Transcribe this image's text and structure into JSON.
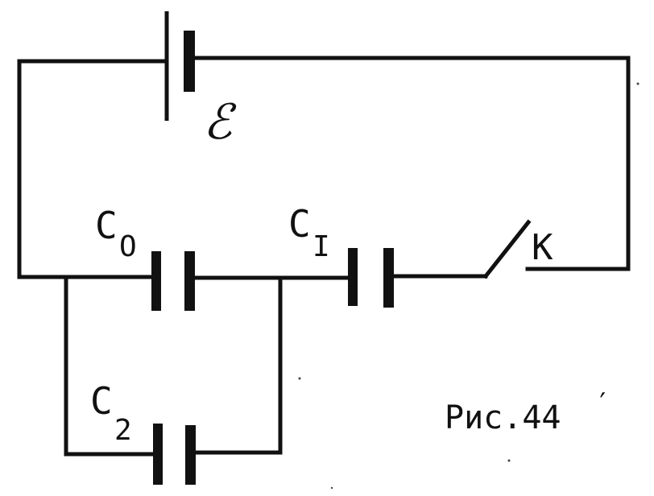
{
  "battery": {
    "label": "ℰ"
  },
  "capacitors": [
    {
      "id": "c0",
      "main": "C",
      "sub": "O"
    },
    {
      "id": "c1",
      "main": "C",
      "sub": "I"
    },
    {
      "id": "c2",
      "main": "C",
      "sub": "2"
    }
  ],
  "switch": {
    "label": "К"
  },
  "caption": {
    "text": "Рис.44",
    "mark": "′"
  },
  "colors": {
    "ink": "#111111",
    "paper": "#ffffff"
  }
}
